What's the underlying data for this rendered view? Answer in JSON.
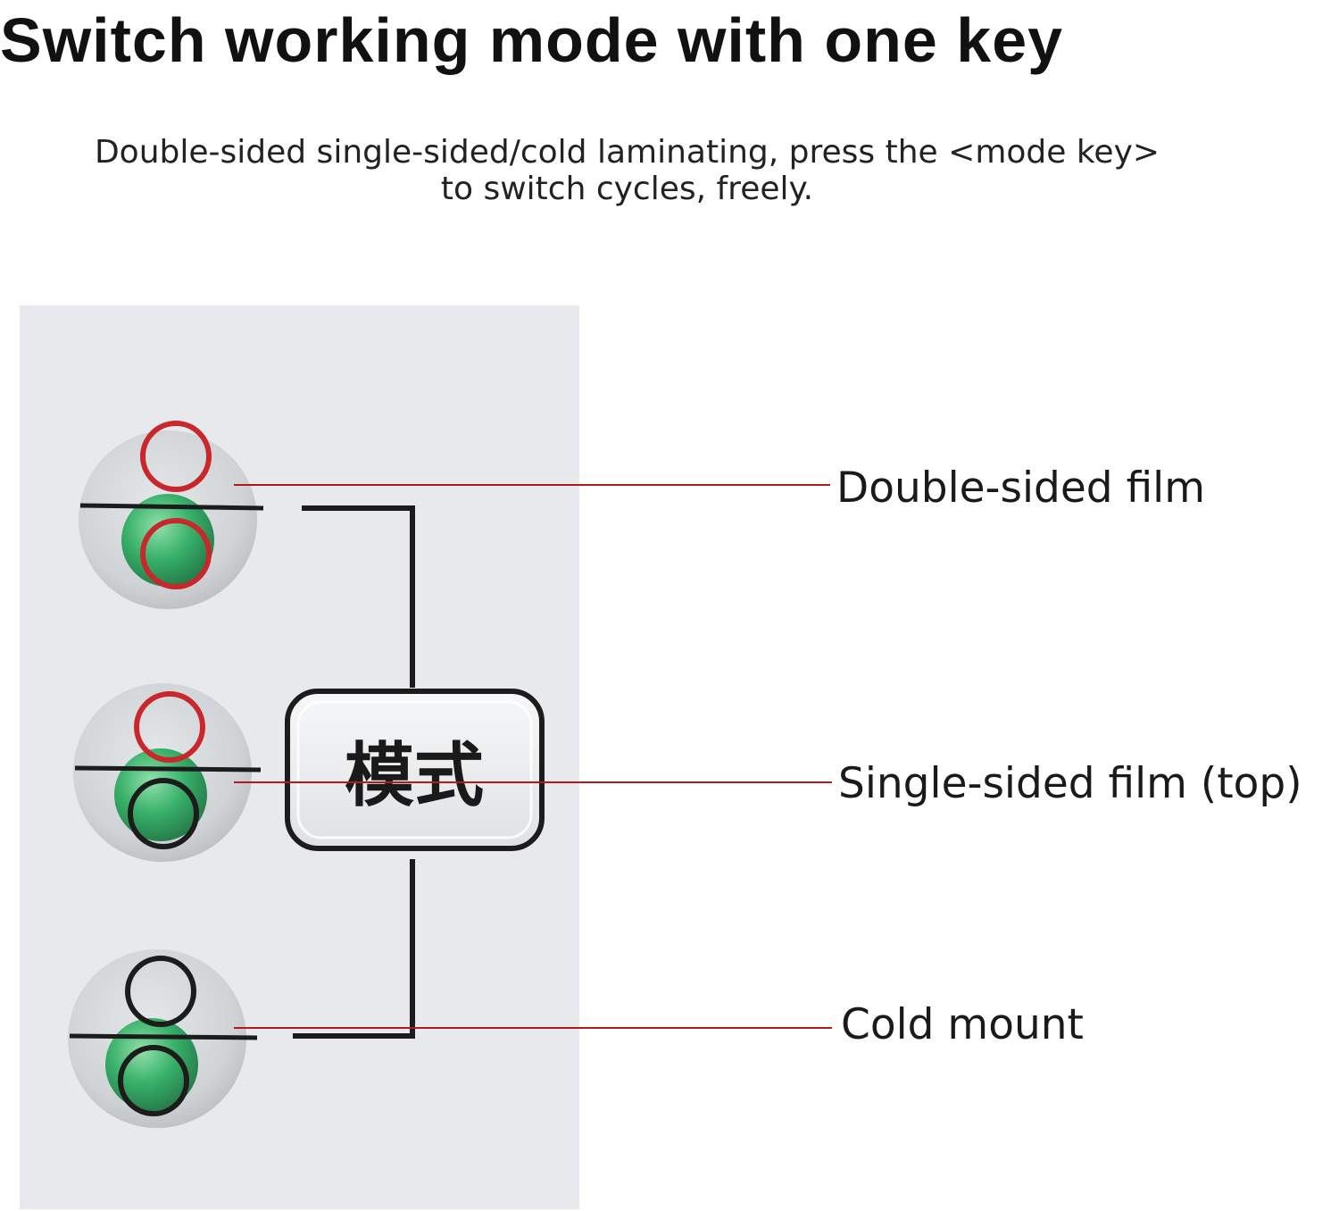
{
  "title": "Switch working mode with one key",
  "subtitle": {
    "line1": "Double-sided single-sided/cold laminating, press the <mode key>",
    "line2": "to switch cycles, freely."
  },
  "mode_key": {
    "label": "模式",
    "icon": "mode-key-button"
  },
  "modes": [
    {
      "label": "Double-sided film",
      "top_ring": "red",
      "bottom_ring": "red"
    },
    {
      "label": "Single-sided film (top)",
      "top_ring": "red",
      "bottom_ring": "black"
    },
    {
      "label": "Cold mount",
      "top_ring": "black",
      "bottom_ring": "black"
    }
  ],
  "colors": {
    "panel": "#e8e9ec",
    "indicator_red": "#c8282c",
    "indicator_green": "#2fae63",
    "callout_line": "#b31b1b"
  }
}
